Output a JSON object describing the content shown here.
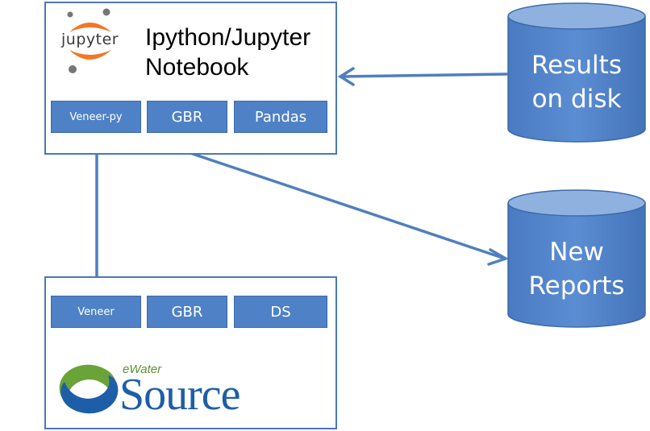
{
  "notebook": {
    "title": "Ipython/Jupyter\nNotebook",
    "logo_text": "jupyter",
    "components": [
      {
        "label": "Veneer-py"
      },
      {
        "label": "GBR"
      },
      {
        "label": "Pandas"
      }
    ]
  },
  "source": {
    "components": [
      {
        "label": "Veneer"
      },
      {
        "label": "GBR"
      },
      {
        "label": "DS"
      }
    ],
    "logo_small": "eWater",
    "logo_big": "Source"
  },
  "stores": [
    {
      "label": "Results\non disk"
    },
    {
      "label": "New\nReports"
    }
  ],
  "colors": {
    "frame": "#4a78b8",
    "component": "#4f81c7",
    "cylinder": "#4f81c7",
    "arrow": "#4f7fbf",
    "jupyter_orange": "#f37726"
  }
}
